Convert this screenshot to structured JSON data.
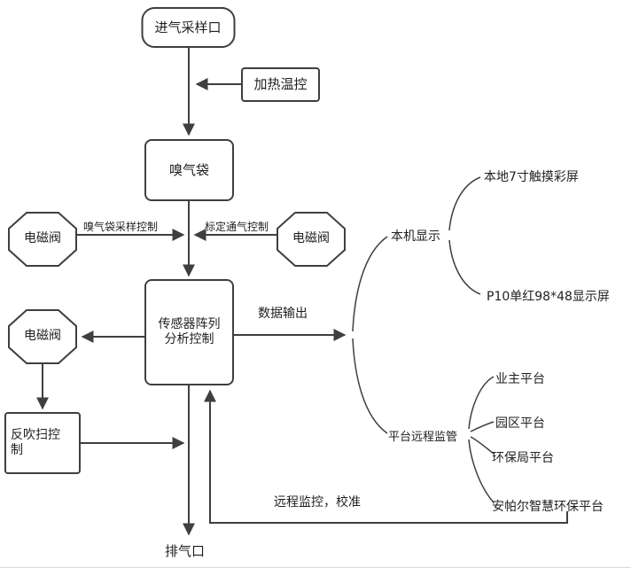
{
  "diagram": {
    "colors": {
      "stroke": "#3f3f3f",
      "text": "#1f1f1f",
      "background": "#ffffff"
    },
    "nodes": {
      "intake": "进气采样口",
      "heater": "加热温控",
      "gas_bag": "嗅气袋",
      "valve_top_left": "电磁阀",
      "valve_top_right": "电磁阀",
      "valve_mid_left": "电磁阀",
      "sensor_array": "传感器阵列\n分析控制",
      "backflush": "反吹扫控\n制",
      "exhaust": "排气口"
    },
    "edges": {
      "gas_bag_sampling_control": "嗅气袋采样控制",
      "calibration_vent_control": "标定通气控制",
      "data_output": "数据输出",
      "remote_monitor_calibrate": "远程监控，校准"
    },
    "display": {
      "local_display": "本机显示",
      "local_touch_screen": "本地7寸触摸彩屏",
      "p10_screen": "P10单红98*48显示屏"
    },
    "platform": {
      "label": "平台远程监管",
      "items": [
        "业主平台",
        "园区平台",
        "环保局平台",
        "安帕尔智慧环保平台"
      ]
    }
  }
}
